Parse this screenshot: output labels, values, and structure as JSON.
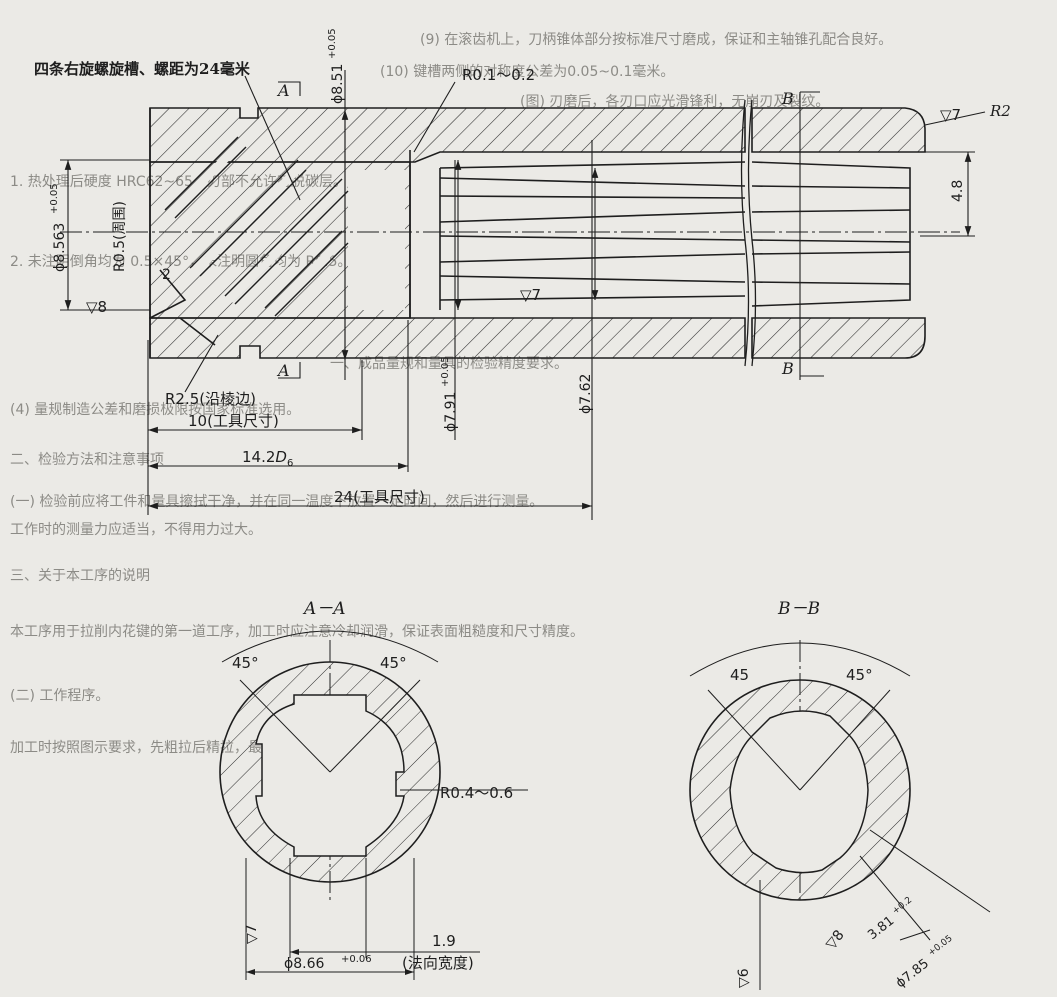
{
  "background_text": [
    "(9) 在滚齿机上，刀柄锥体部分按标准尺寸磨成，保证和主轴锥孔配合良好。",
    "(10) 键槽两侧的对称度公差为0.05~0.1毫米。",
    "(图) 刃磨后，各刃口应光滑锋利，无崩刃及裂纹。",
    "1. 热处理后硬度 HRC62~65，刃部不允许有脱碳层。",
    "2. 未注明倒角均为 0.5×45°，未注明圆角均为 R0.5。",
    "一、成品量规和量具的检验精度要求。",
    "(4) 量规制造公差和磨损极限按国家标准选用。",
    "二、检验方法和注意事项",
    "(一) 检验前应将工件和量具擦拭干净，并在同一温度下放置一定时间，然后进行测量。",
    "工作时的测量力应适当，不得用力过大。",
    "三、关于本工序的说明",
    "本工序用于拉削内花键的第一道工序，加工时应注意冷却润滑，保证表面粗糙度和尺寸精度。",
    "(二) 工作程序。",
    "加工时按照图示要求，先粗拉后精拉，最后用量规检验。"
  ],
  "title_note": "四条右旋螺旋槽、螺距为24毫米",
  "labels": {
    "section_a_top": "A",
    "section_a_bottom": "A",
    "section_b_top": "B",
    "section_b_bottom": "B",
    "r_top": "R0.1～0.2",
    "r2": "R2",
    "rough7_right": "▽7",
    "rough7_mid": "▽7",
    "rough8": "▽8",
    "r05": "R0.5(周围)",
    "r25": "R2.5(沿棱边)",
    "corner2": "2",
    "dim_48": "4.8"
  },
  "dims": {
    "phi851": "ϕ8.51",
    "phi851_tol": "+0.05",
    "phi8563": "ϕ8.563",
    "phi8563_tol": "+0.05",
    "phi791": "ϕ7.91",
    "phi791_tol": "+0.05",
    "phi762": "ϕ7.62",
    "len10": "10(工具尺寸)",
    "len142": "14.2",
    "len142_sub": "D",
    "len142_sub2": "6",
    "len24": "24(工具尺寸)"
  },
  "section_aa": {
    "title": "A－A",
    "angle_left": "45°",
    "angle_right": "45°",
    "radius": "R0.4～0.6",
    "rough": "▽7",
    "phi866": "ϕ8.66",
    "phi866_tol": "+0.06",
    "width": "1.9",
    "width_note": "(法向宽度)"
  },
  "section_bb": {
    "title": "B－B",
    "angle_left": "45",
    "angle_right": "45°",
    "rough6": "▽6",
    "rough8": "▽8",
    "dim381": "3.81",
    "dim381_tol": "+0.2",
    "phi785": "ϕ7.85",
    "phi785_tol": "+0.05"
  }
}
